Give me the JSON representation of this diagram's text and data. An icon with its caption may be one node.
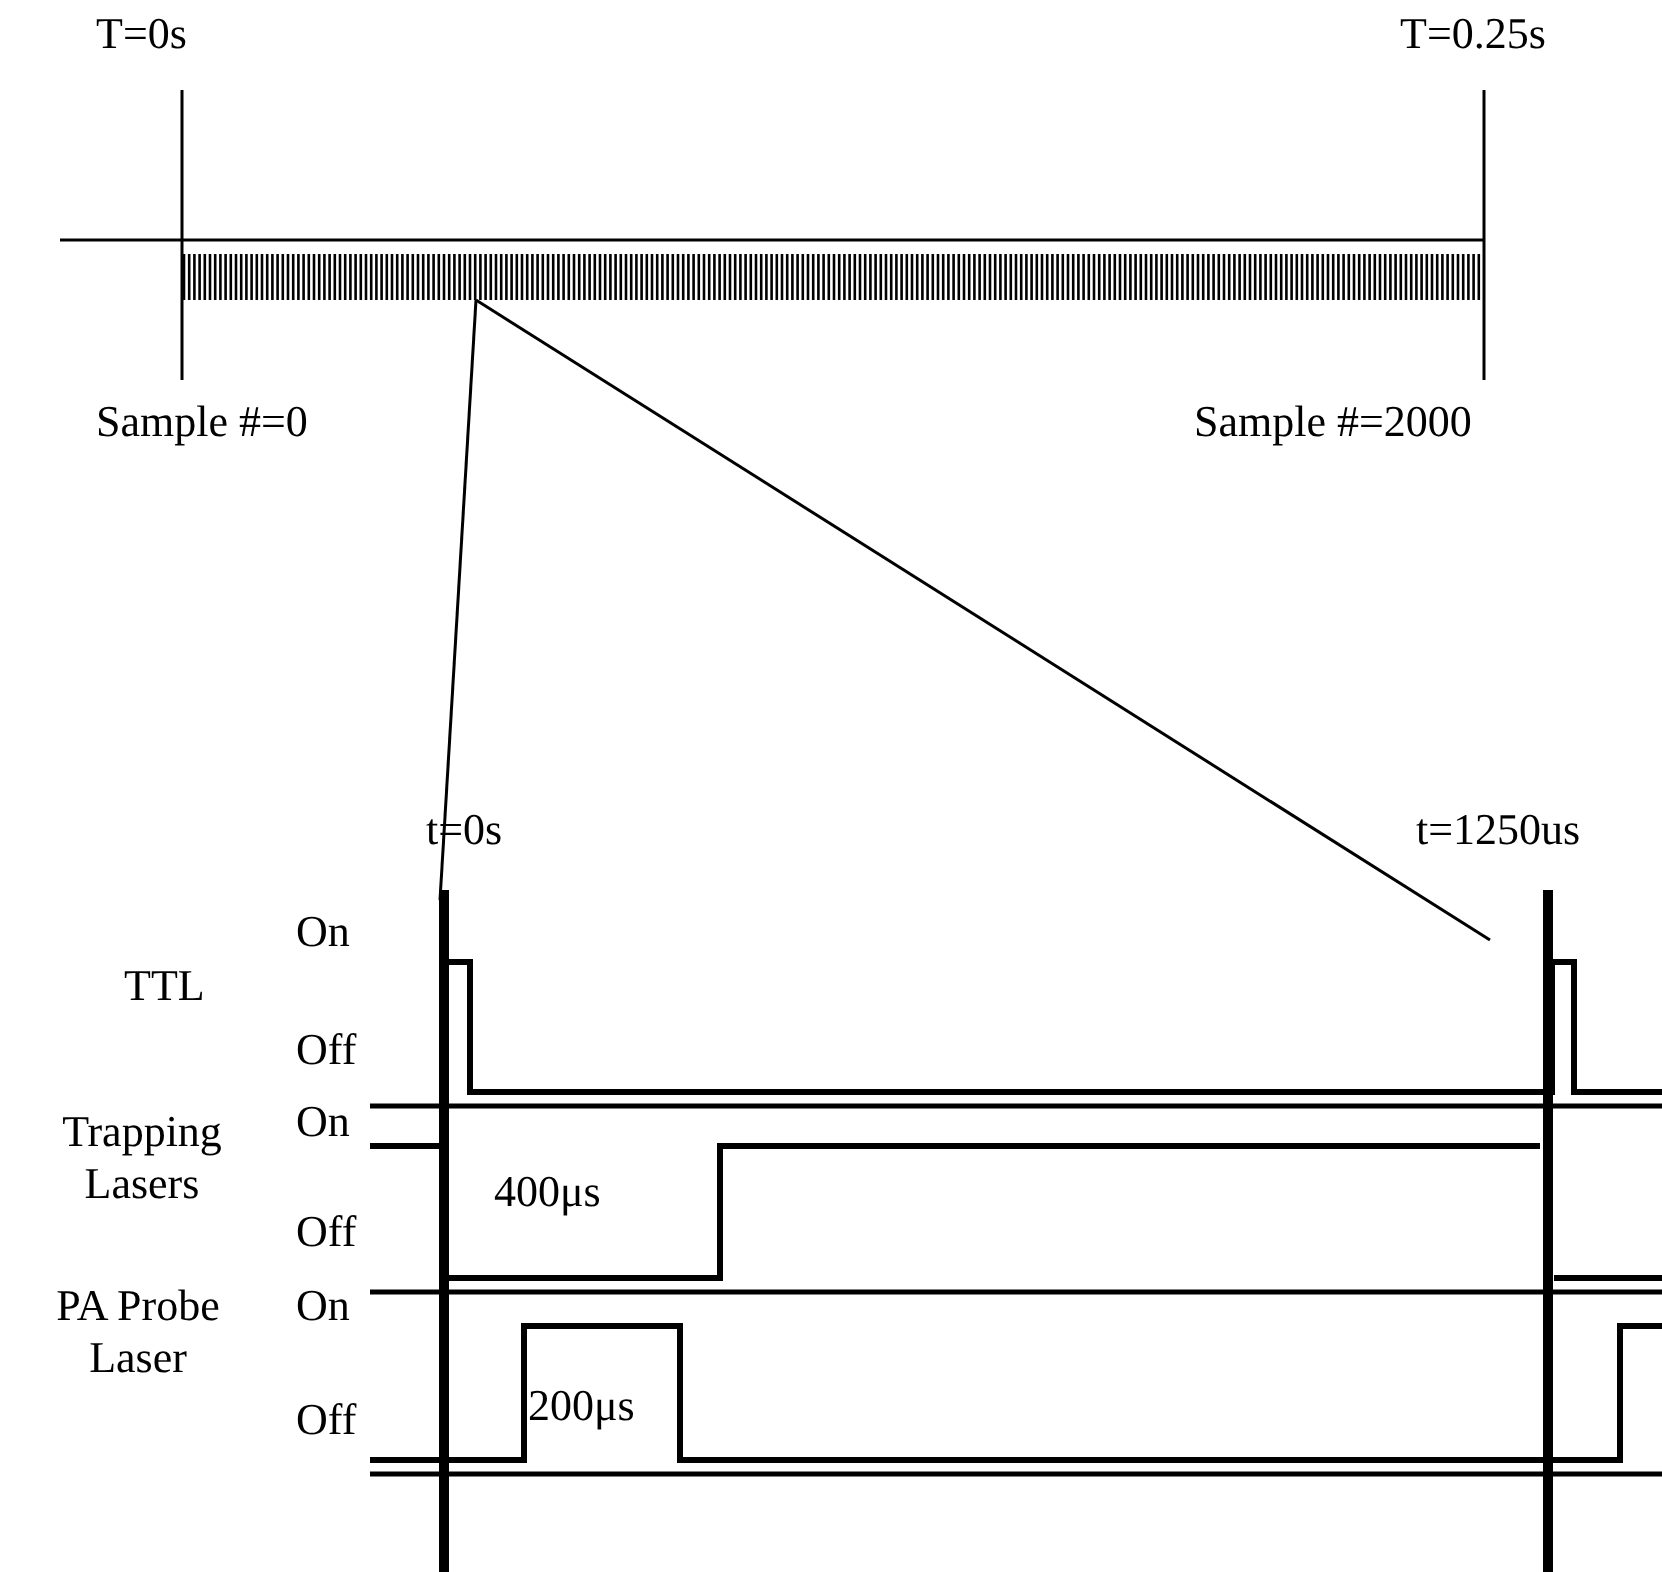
{
  "diagram": {
    "labels": [
      "T=0s",
      "T=0.25s",
      "Sample #=0",
      "Sample #=2000",
      "t=0s",
      "t=1250us",
      "On",
      "TTL",
      "Off",
      "Trapping Lasers",
      "On",
      "400μs",
      "Off",
      "PA Probe Laser",
      "On",
      "Off",
      "200μs"
    ]
  }
}
